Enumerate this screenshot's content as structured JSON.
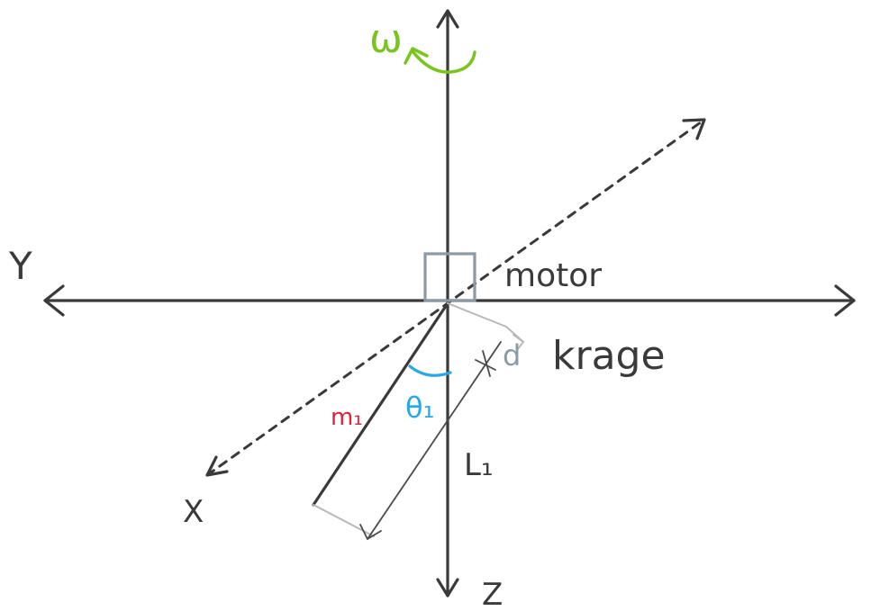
{
  "labels": {
    "axis_y": "Y",
    "axis_x": "X",
    "axis_z": "Z",
    "omega": "ω",
    "motor": "motor",
    "krage": "krage",
    "d": "d",
    "m1": "m₁",
    "theta1": "θ₁",
    "L1": "L₁"
  },
  "colors": {
    "ink": "#3a3a3a",
    "omega": "#7ac41e",
    "motor_box": "#8c9aa3",
    "theta": "#2aa7e6",
    "mass": "#e0213b",
    "faint": "#b8b8b8"
  },
  "icons": {
    "rotation_arrow": "curved-arrow-icon"
  }
}
